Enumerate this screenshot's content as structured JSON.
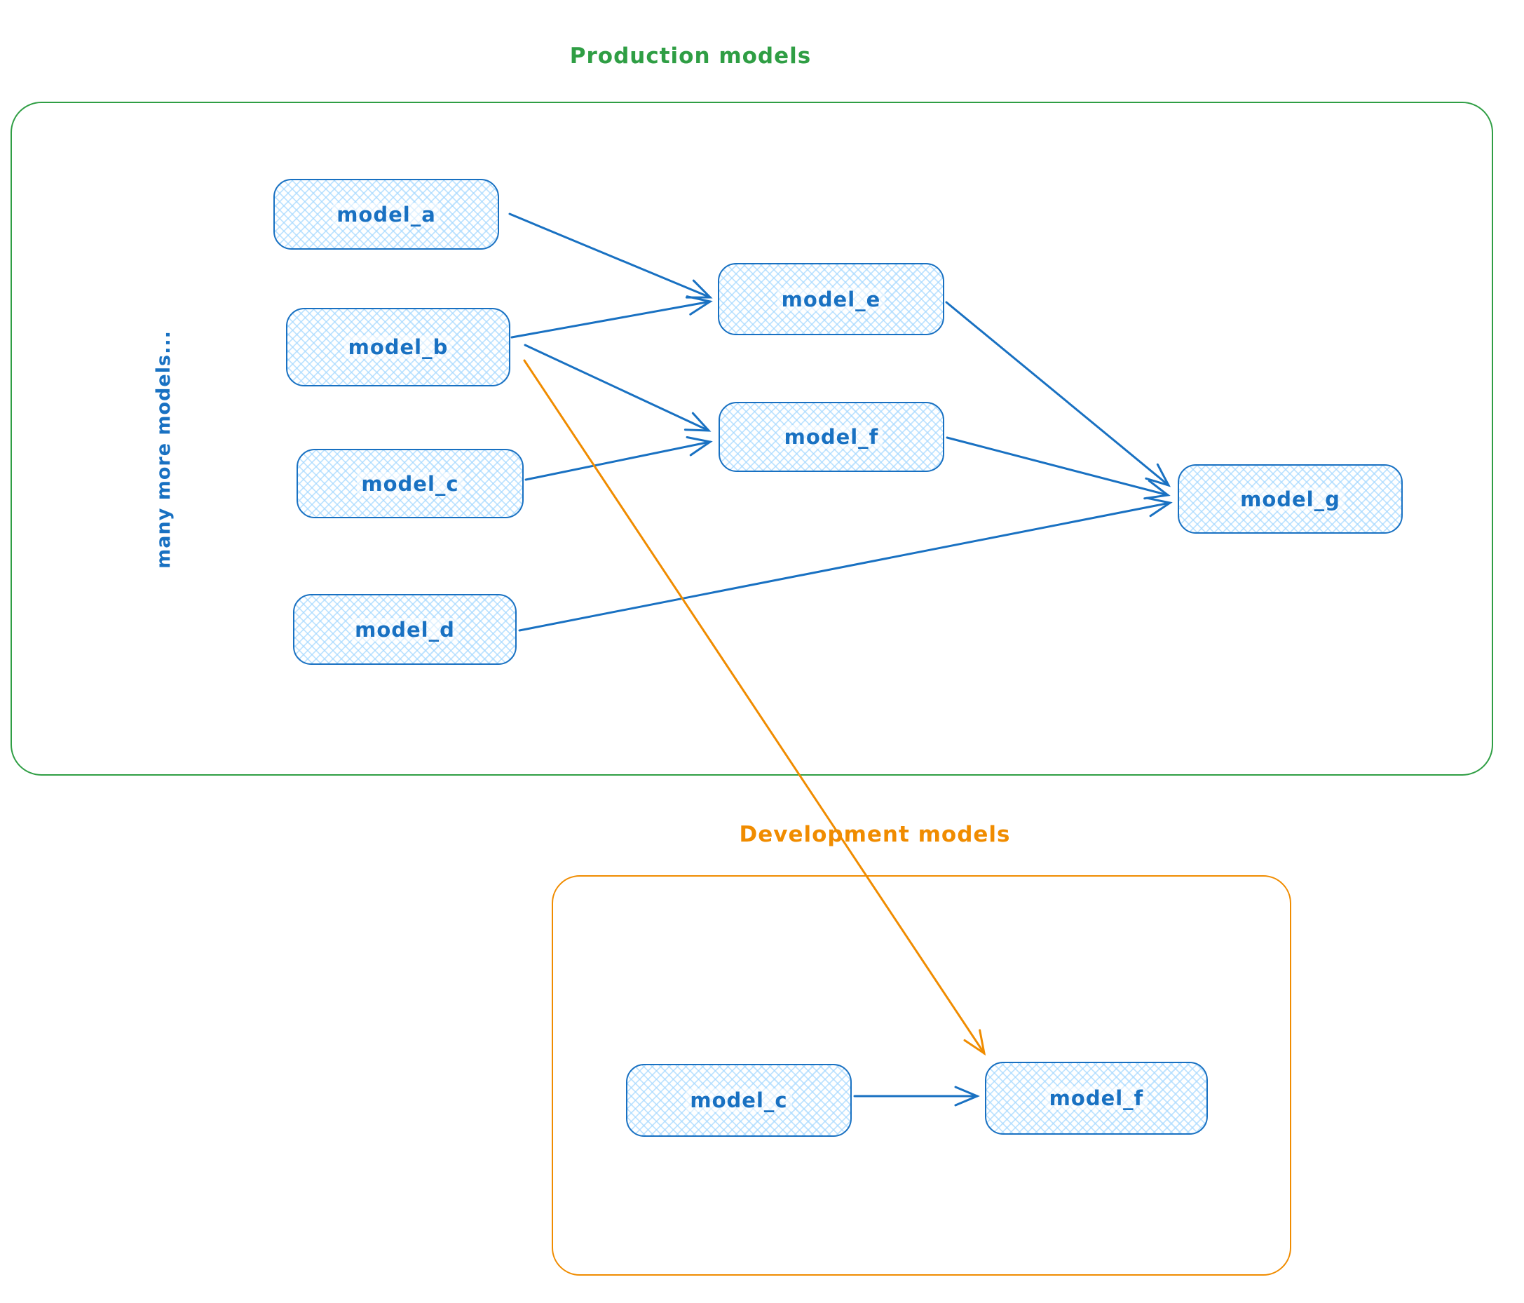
{
  "diagram": {
    "production": {
      "title": "Production models",
      "side_note": "many more models...",
      "nodes": {
        "model_a": {
          "label": "model_a"
        },
        "model_b": {
          "label": "model_b"
        },
        "model_c": {
          "label": "model_c"
        },
        "model_d": {
          "label": "model_d"
        },
        "model_e": {
          "label": "model_e"
        },
        "model_f": {
          "label": "model_f"
        },
        "model_g": {
          "label": "model_g"
        }
      }
    },
    "development": {
      "title": "Development models",
      "nodes": {
        "model_c": {
          "label": "model_c"
        },
        "model_f": {
          "label": "model_f"
        }
      }
    },
    "edges": [
      {
        "from": "production.model_a",
        "to": "production.model_e",
        "color": "blue"
      },
      {
        "from": "production.model_b",
        "to": "production.model_e",
        "color": "blue"
      },
      {
        "from": "production.model_b",
        "to": "production.model_f",
        "color": "blue"
      },
      {
        "from": "production.model_c",
        "to": "production.model_f",
        "color": "blue"
      },
      {
        "from": "production.model_d",
        "to": "production.model_g",
        "color": "blue"
      },
      {
        "from": "production.model_e",
        "to": "production.model_g",
        "color": "blue"
      },
      {
        "from": "production.model_f",
        "to": "production.model_g",
        "color": "blue"
      },
      {
        "from": "production.model_b",
        "to": "development.model_f",
        "color": "orange"
      },
      {
        "from": "development.model_c",
        "to": "development.model_f",
        "color": "blue"
      }
    ],
    "colors": {
      "node_stroke": "#1971c2",
      "node_fill_hatch": "#a5d8ff",
      "production_frame": "#2f9e44",
      "development_frame": "#f08c00",
      "edge_blue": "#1971c2",
      "edge_orange": "#f08c00"
    }
  }
}
